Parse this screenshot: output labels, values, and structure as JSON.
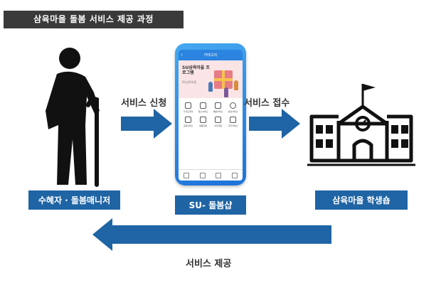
{
  "title": "삼육마을 돌봄 서비스 제공 과정",
  "actors": {
    "recipient_label": "수혜자 · 돌봄매니저",
    "app_label": "SU- 돌봄샵",
    "school_label": "삼육마을 학생숍"
  },
  "arrows": {
    "apply_label": "서비스 신청",
    "receive_label": "서비스 접수",
    "provide_label": "서비스 제공"
  },
  "app_screen": {
    "header": "카테고리",
    "banner_title": "SU삼육마을 프로그램",
    "banner_sub": "SU삼육마을",
    "categories": [
      "가사도우미",
      "청소서비스",
      "재활서비스",
      "상담서비스",
      "교육서비스",
      "생활지원",
      "식사지원",
      "기타서비스"
    ]
  },
  "colors": {
    "accent": "#1f64a4",
    "title_bar": "#3a3a3a"
  }
}
